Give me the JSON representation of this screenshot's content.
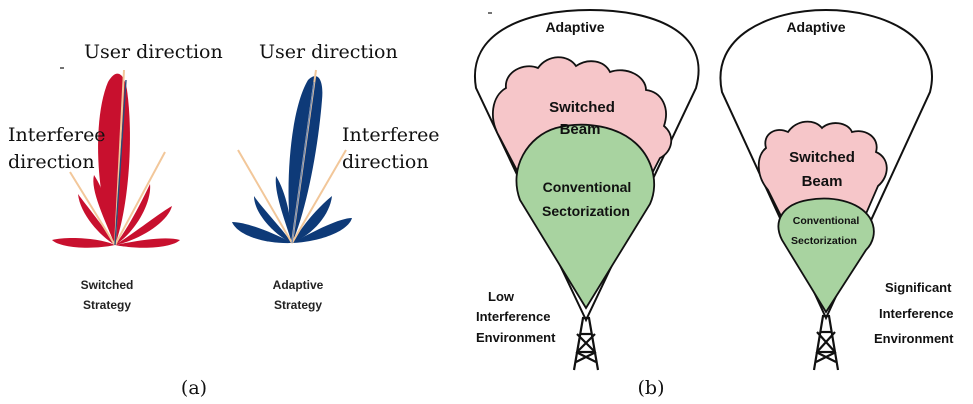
{
  "panel_a": {
    "switched": {
      "user_direction_label": "User direction",
      "interferee_label_line1": "Interferee",
      "interferee_label_line2": "direction",
      "strategy_line1": "Switched",
      "strategy_line2": "Strategy",
      "lobe_color": "#c8102e"
    },
    "adaptive": {
      "user_direction_label": "User direction",
      "interferee_label_line1": "Interferee",
      "interferee_label_line2": "direction",
      "strategy_line1": "Adaptive",
      "strategy_line2": "Strategy",
      "lobe_color": "#0e3a78"
    },
    "beam_line_color": "#f2c79a",
    "caption": "(a)"
  },
  "panel_b": {
    "left": {
      "outer_label": "Adaptive",
      "middle_line1": "Switched",
      "middle_line2": "Beam",
      "inner_line1": "Conventional",
      "inner_line2": "Sectorization",
      "env_line1": "Low",
      "env_line2": "Interference",
      "env_line3": "Environment"
    },
    "right": {
      "outer_label": "Adaptive",
      "middle_line1": "Switched",
      "middle_line2": "Beam",
      "inner_line1": "Conventional",
      "inner_line2": "Sectorization",
      "env_line1": "Significant",
      "env_line2": "Interference",
      "env_line3": "Environment"
    },
    "colors": {
      "switched_fill": "#f6c6c9",
      "conventional_fill": "#a8d3a0",
      "outline": "#111111"
    },
    "caption": "(b)"
  }
}
